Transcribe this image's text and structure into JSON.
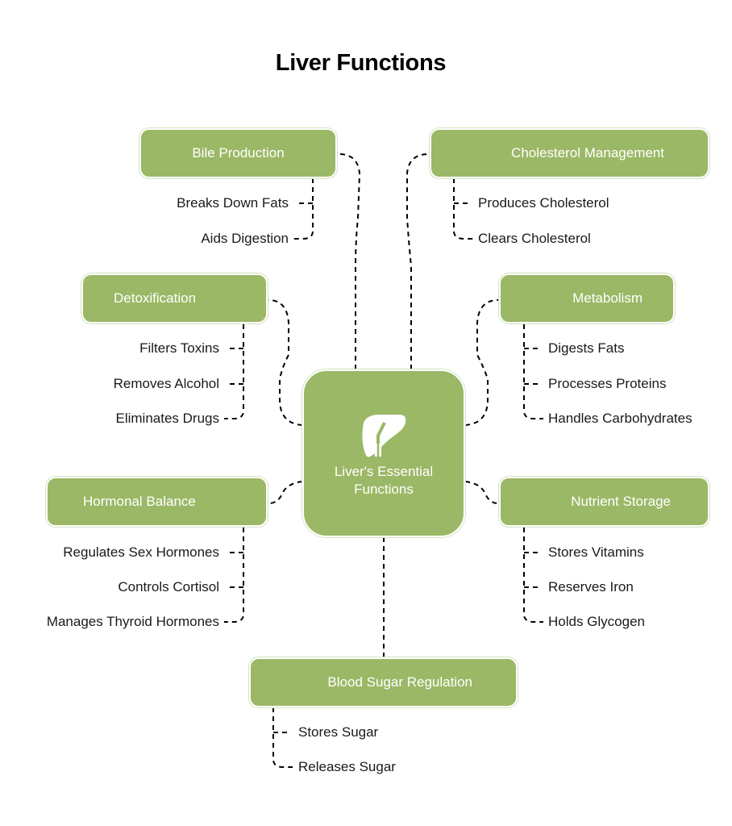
{
  "title": "Liver Functions",
  "colors": {
    "box_fill": "#9bb866",
    "box_text": "#ffffff",
    "connector": "#000000",
    "text": "#1a1a1a"
  },
  "center": {
    "label": "Liver's Essential Functions",
    "icon": "liver-icon"
  },
  "functions": {
    "bile": {
      "label": "Bile Production",
      "items": [
        "Breaks Down Fats",
        "Aids Digestion"
      ]
    },
    "cholesterol": {
      "label": "Cholesterol Management",
      "items": [
        "Produces Cholesterol",
        "Clears Cholesterol"
      ]
    },
    "detox": {
      "label": "Detoxification",
      "items": [
        "Filters Toxins",
        "Removes Alcohol",
        "Eliminates Drugs"
      ]
    },
    "metabolism": {
      "label": "Metabolism",
      "items": [
        "Digests Fats",
        "Processes Proteins",
        "Handles Carbohydrates"
      ]
    },
    "hormonal": {
      "label": "Hormonal Balance",
      "items": [
        "Regulates Sex Hormones",
        "Controls Cortisol",
        "Manages Thyroid Hormones"
      ]
    },
    "nutrient": {
      "label": "Nutrient Storage",
      "items": [
        "Stores Vitamins",
        "Reserves Iron",
        "Holds Glycogen"
      ]
    },
    "blood_sugar": {
      "label": "Blood Sugar Regulation",
      "items": [
        "Stores Sugar",
        "Releases Sugar"
      ]
    }
  }
}
